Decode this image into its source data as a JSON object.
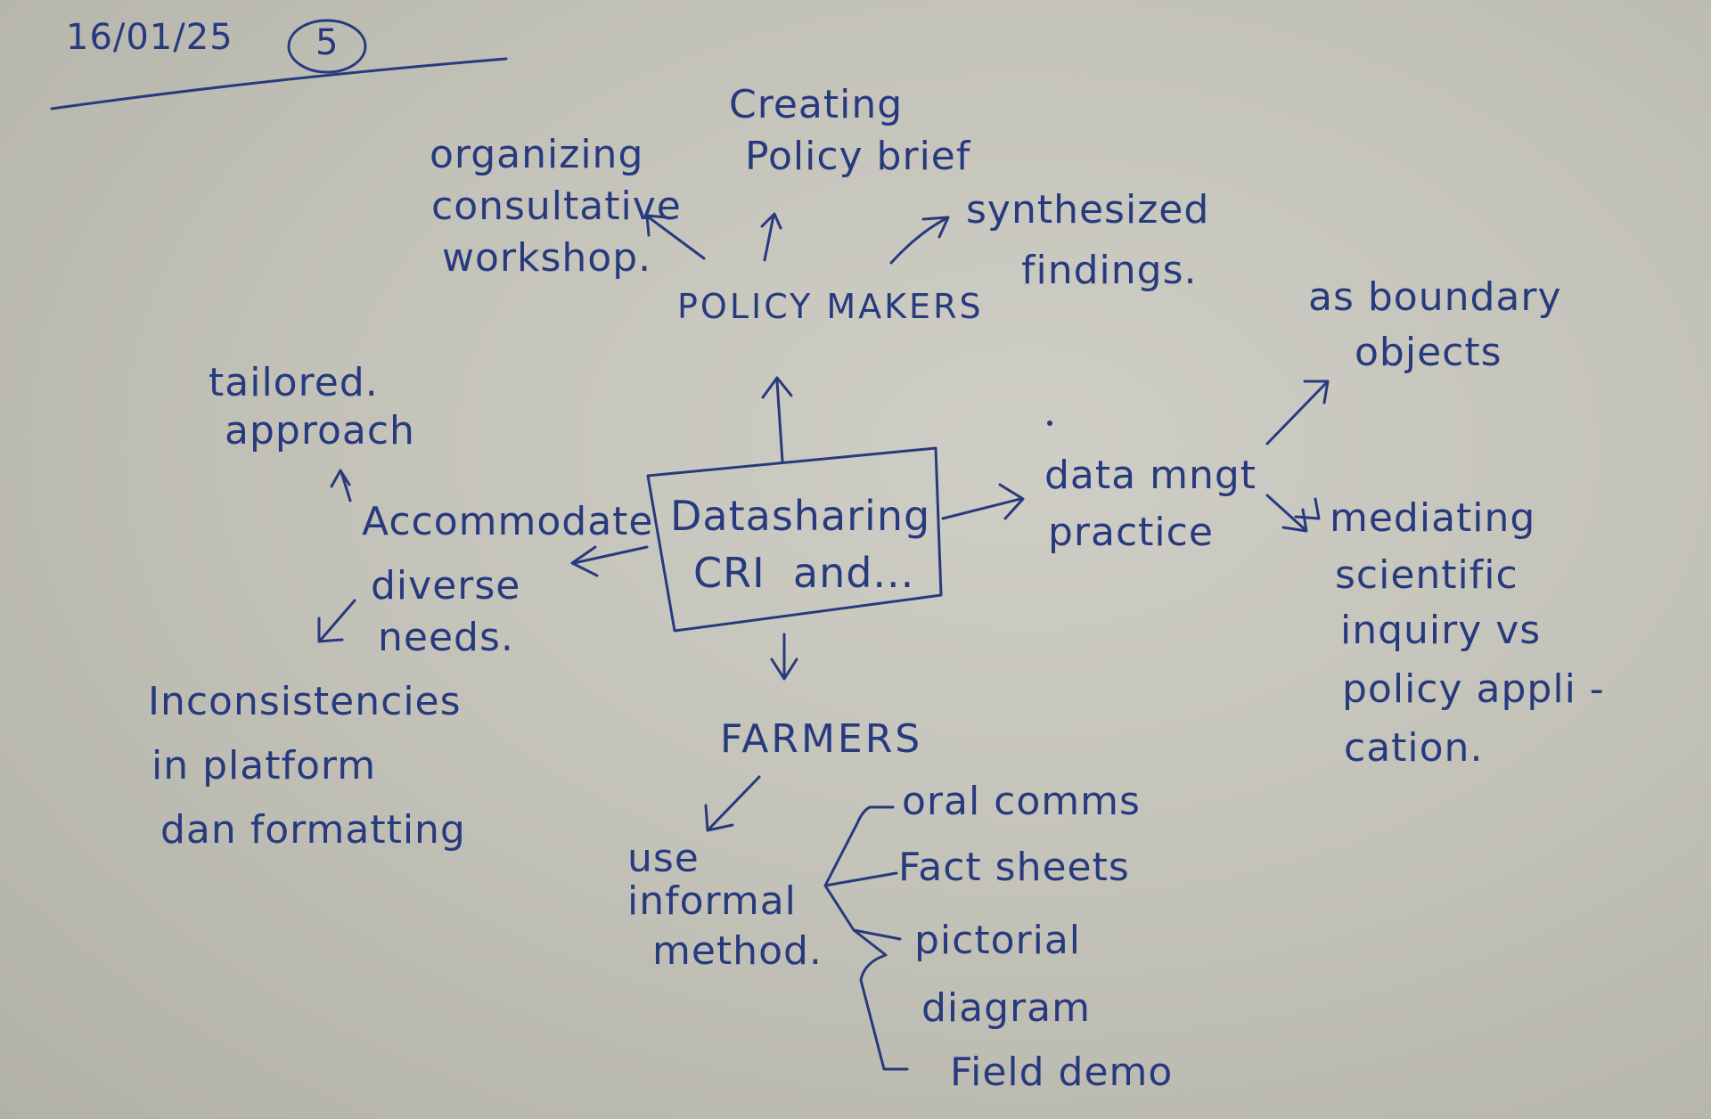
{
  "header": {
    "date": "16/01/25",
    "page_number": "5"
  },
  "center": {
    "line1": "Datasharing",
    "line2": "CRI  and..."
  },
  "policy": {
    "label": "POLICY MAKERS",
    "workshop": {
      "line1": "organizing",
      "line2": "consultative",
      "line3": "workshop."
    },
    "brief": {
      "line1": "Creating",
      "line2": "Policy brief"
    },
    "findings": {
      "line1": "synthesized",
      "line2": "findings."
    }
  },
  "left": {
    "tailored": {
      "line1": "tailored.",
      "line2": "approach"
    },
    "accommodate": {
      "line1": "Accommodate",
      "line2": "diverse",
      "line3": "needs."
    },
    "inconsistencies": {
      "line1": "Inconsistencies",
      "line2": "in platform",
      "line3": "dan formatting"
    }
  },
  "right": {
    "practice": {
      "line1": "data mngt",
      "line2": "practice"
    },
    "boundary": {
      "line1": "as boundary",
      "line2": "objects"
    },
    "mediating": {
      "line1": "mediating",
      "line2": "scientific",
      "line3": "inquiry vs",
      "line4": "policy appli -",
      "line5": "cation."
    }
  },
  "farmers": {
    "label": "FARMERS",
    "informal": {
      "line1": "use",
      "line2": "informal",
      "line3": "method."
    },
    "methods": [
      "oral comms",
      "Fact sheets",
      "pictorial",
      "diagram",
      "Field demo"
    ]
  },
  "colors": {
    "ink": "#283a7e",
    "paper": "#c9c8bf"
  }
}
